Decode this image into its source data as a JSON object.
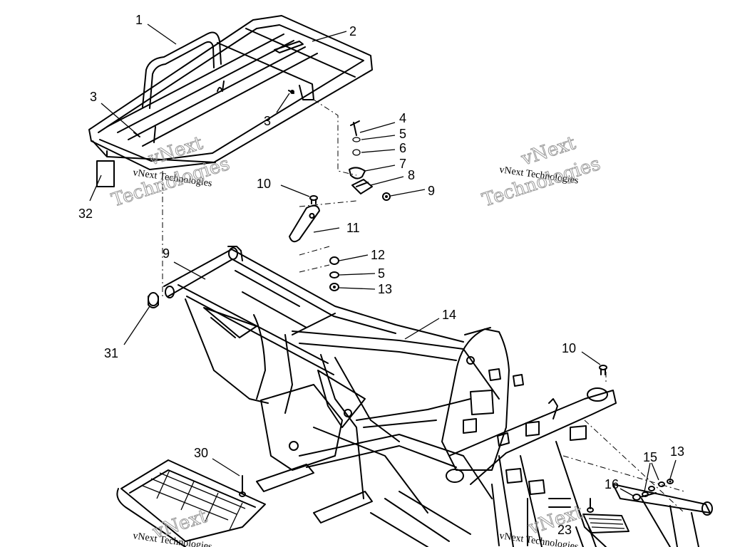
{
  "callouts": [
    {
      "id": "c1",
      "text": "1"
    },
    {
      "id": "c2",
      "text": "2"
    },
    {
      "id": "c3a",
      "text": "3"
    },
    {
      "id": "c3b",
      "text": "3"
    },
    {
      "id": "c4",
      "text": "4"
    },
    {
      "id": "c5a",
      "text": "5"
    },
    {
      "id": "c6",
      "text": "6"
    },
    {
      "id": "c7",
      "text": "7"
    },
    {
      "id": "c8",
      "text": "8"
    },
    {
      "id": "c9a",
      "text": "9"
    },
    {
      "id": "c10a",
      "text": "10"
    },
    {
      "id": "c11",
      "text": "11"
    },
    {
      "id": "c32",
      "text": "32"
    },
    {
      "id": "c9b",
      "text": "9"
    },
    {
      "id": "c12",
      "text": "12"
    },
    {
      "id": "c5b",
      "text": "5"
    },
    {
      "id": "c13a",
      "text": "13"
    },
    {
      "id": "c14",
      "text": "14"
    },
    {
      "id": "c31",
      "text": "31"
    },
    {
      "id": "c10b",
      "text": "10"
    },
    {
      "id": "c15",
      "text": "15"
    },
    {
      "id": "c13b",
      "text": "13"
    },
    {
      "id": "c16",
      "text": "16"
    },
    {
      "id": "c30",
      "text": "30"
    },
    {
      "id": "c23",
      "text": "23"
    }
  ],
  "watermarks": {
    "company_line": "vNext Technologies",
    "brand_top": "vNext",
    "brand_bottom": "Technologies"
  },
  "colors": {
    "line": "#000000",
    "watermark": "#9a9a9a",
    "background": "#ffffff"
  }
}
